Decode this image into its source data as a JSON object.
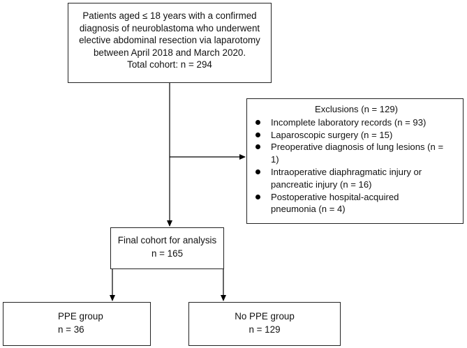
{
  "total_box": {
    "lines": [
      "Patients aged ≤ 18 years with a confirmed",
      "diagnosis of neuroblastoma who underwent",
      "elective abdominal resection via laparotomy",
      "between April 2018 and March 2020.",
      "Total cohort: n = 294"
    ]
  },
  "exclusions_box": {
    "title": "Exclusions (n = 129)",
    "items": [
      [
        "Incomplete laboratory records (n = 93)"
      ],
      [
        "Laparoscopic surgery (n = 15)"
      ],
      [
        "Preoperative diagnosis of lung lesions (n =",
        "1)"
      ],
      [
        "Intraoperative diaphragmatic injury or",
        "pancreatic injury (n = 16)"
      ],
      [
        "Postoperative hospital-acquired",
        "pneumonia (n = 4)"
      ]
    ]
  },
  "final_box": {
    "lines": [
      "Final cohort for analysis",
      "n = 165"
    ]
  },
  "ppe_box": {
    "lines": [
      "PPE group",
      "n = 36"
    ]
  },
  "no_ppe_box": {
    "lines": [
      "No PPE group",
      "n = 129"
    ]
  }
}
